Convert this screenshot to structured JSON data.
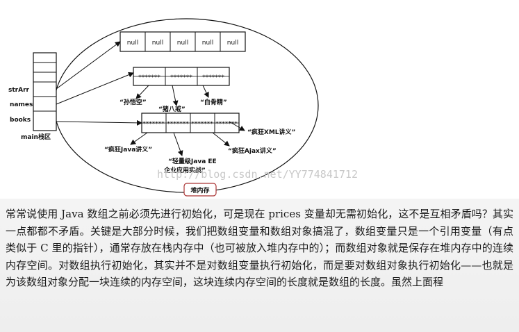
{
  "stack": {
    "labels": [
      "strArr",
      "names",
      "books"
    ],
    "caption": "main栈区"
  },
  "heap": {
    "caption": "堆内存",
    "null_row": [
      "null",
      "null",
      "null",
      "null",
      "null"
    ],
    "names_cells": [
      "*******",
      "*******",
      "*******"
    ],
    "names_strings": [
      "“孙悟空”",
      "“猪八戒”",
      "“白骨精”"
    ],
    "books_cells": [
      "*******",
      "*******",
      "*******",
      "*******"
    ],
    "book_strings": [
      "“疯狂XML讲义”",
      "“疯狂Java讲义”",
      "“轻量级Java EE",
      "企业应用实战”",
      "“疯狂Ajax讲义”"
    ]
  },
  "watermark": "http://blog.csdn.net/YY774841712",
  "paragraph": "常常说使用 Java 数组之前必须先进行初始化，可是现在 prices 变量却无需初始化，这不是互相矛盾吗？其实一点都都不矛盾。关键是大部分时候，我们把数组变量和数组对象搞混了，数组变量只是一个引用变量（有点类似于 C 里的指针），通常存放在栈内存中（也可被放入堆内存中的）；而数组对象就是保存在堆内存中的连续内存空间。对数组执行初始化，其实并不是对数组变量执行初始化，而是要对数组对象执行初始化——也就是为该数组对象分配一块连续的内存空间，这块连续内存空间的长度就是数组的长度。虽然上面程"
}
